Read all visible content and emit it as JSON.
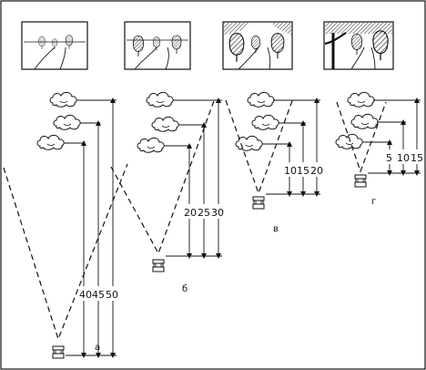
{
  "panels": [
    {
      "id": "a",
      "label": "а",
      "distance_labels": [
        "40",
        "45",
        "50"
      ]
    },
    {
      "id": "b",
      "label": "б",
      "distance_labels": [
        "20",
        "25",
        "30"
      ]
    },
    {
      "id": "c",
      "label": "в",
      "distance_labels": [
        "10",
        "15",
        "20"
      ]
    },
    {
      "id": "d",
      "label": "г",
      "distance_labels": [
        "5",
        "10",
        "15"
      ]
    }
  ]
}
